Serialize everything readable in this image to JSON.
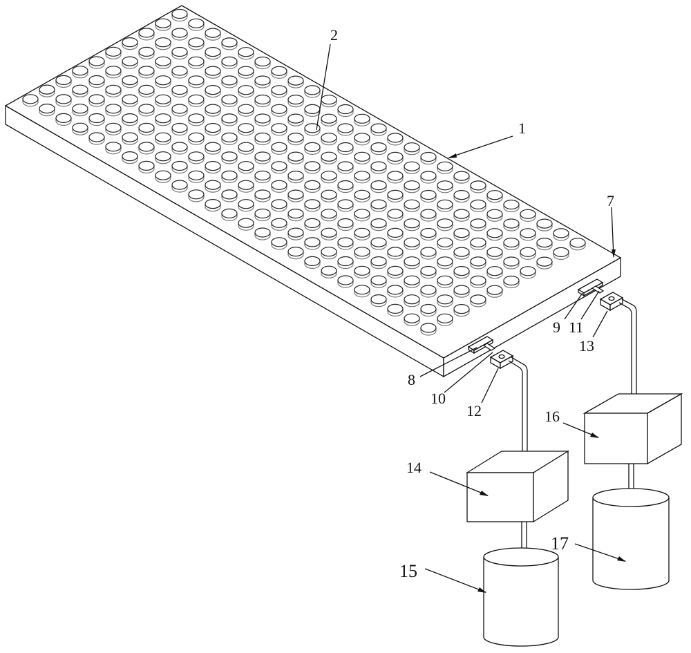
{
  "figure": {
    "labels": {
      "plate": "1",
      "studs": "2",
      "side_face": "7",
      "clamp_left": "8",
      "clamp_right": "9",
      "connector_left": "10",
      "connector_right": "11",
      "valve_left": "12",
      "valve_right": "13",
      "pump_left": "14",
      "tank_left": "15",
      "pump_right": "16",
      "tank_right": "17"
    },
    "stud_grid": {
      "columns": 25,
      "rows": 10
    },
    "colors": {
      "line": "#111111",
      "background": "#ffffff"
    }
  }
}
